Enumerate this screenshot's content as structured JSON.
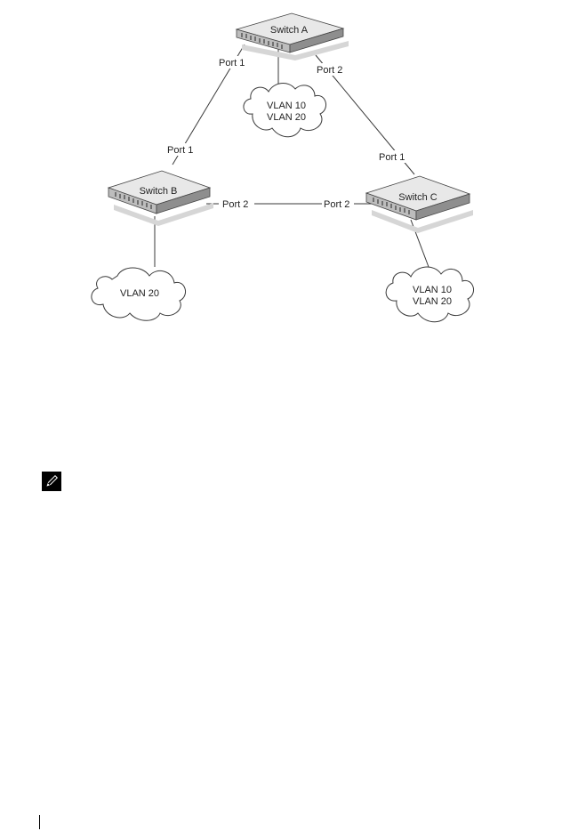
{
  "diagram": {
    "switches": {
      "a": {
        "label": "Switch A"
      },
      "b": {
        "label": "Switch B"
      },
      "c": {
        "label": "Switch C"
      }
    },
    "ports": {
      "a_port1": "Port 1",
      "a_port2": "Port 2",
      "b_port1": "Port 1",
      "b_port2": "Port 2",
      "c_port1": "Port 1",
      "c_port2": "Port 2"
    },
    "clouds": {
      "a": {
        "line1": "VLAN 10",
        "line2": "VLAN 20"
      },
      "b": {
        "line1": "VLAN 20"
      },
      "c": {
        "line1": "VLAN 10",
        "line2": "VLAN 20"
      }
    }
  },
  "colors": {
    "switch_top": "#e8e8e8",
    "switch_front": "#bdbdbd",
    "switch_side": "#8e8e8e",
    "shadow": "#d6d6d6",
    "line": "#3a3a3a"
  },
  "icons": {
    "note": "pencil-note-icon"
  }
}
